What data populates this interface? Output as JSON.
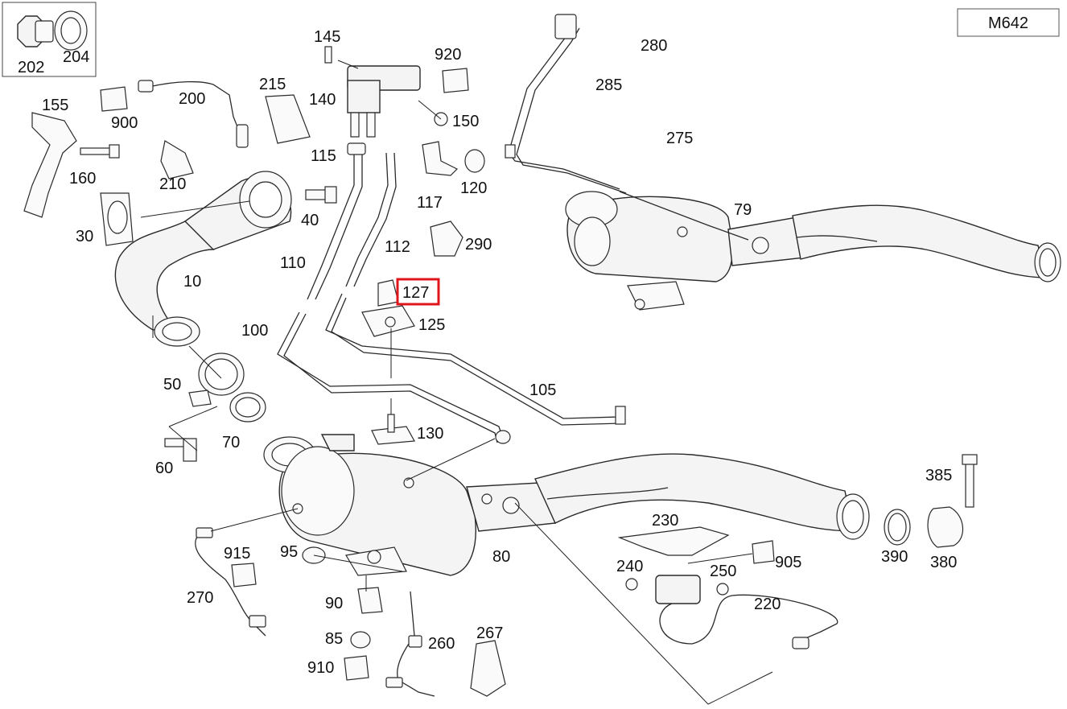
{
  "model": "M642",
  "highlight_color": "#e0151b",
  "highlighted_callout": "127",
  "callouts": {
    "c202": "202",
    "c204": "204",
    "c145": "145",
    "c920": "920",
    "c280": "280",
    "c285": "285",
    "c275": "275",
    "c155": "155",
    "c200": "200",
    "c900": "900",
    "c215": "215",
    "c140": "140",
    "c150": "150",
    "c160": "160",
    "c210": "210",
    "c115": "115",
    "c117": "117",
    "c120": "120",
    "c30": "30",
    "c40": "40",
    "c79": "79",
    "c290": "290",
    "c110": "110",
    "c112": "112",
    "c10": "10",
    "c127": "127",
    "c125": "125",
    "c100": "100",
    "c105": "105",
    "c50": "50",
    "c130": "130",
    "c70": "70",
    "c60": "60",
    "c385": "385",
    "c230": "230",
    "c95": "95",
    "c80": "80",
    "c915": "915",
    "c905": "905",
    "c240": "240",
    "c250": "250",
    "c390": "390",
    "c380": "380",
    "c270": "270",
    "c220": "220",
    "c90": "90",
    "c85": "85",
    "c260": "260",
    "c267": "267",
    "c910": "910"
  }
}
